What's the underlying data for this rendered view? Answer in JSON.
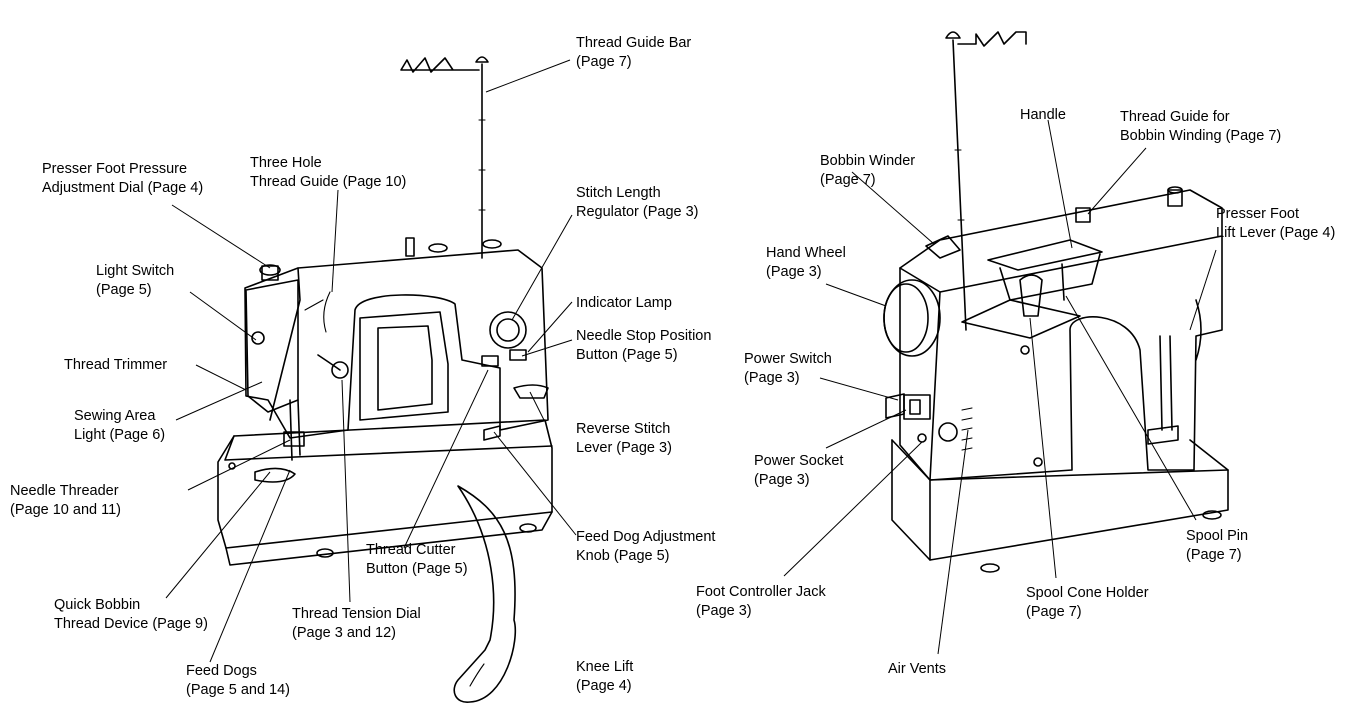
{
  "labels": {
    "thread_guide_bar": [
      "Thread Guide Bar",
      "(Page 7)"
    ],
    "presser_foot_pressure": [
      "Presser Foot Pressure",
      "Adjustment Dial (Page 4)"
    ],
    "three_hole_guide": [
      "Three Hole",
      "Thread Guide (Page 10)"
    ],
    "stitch_length": [
      "Stitch Length",
      "Regulator (Page 3)"
    ],
    "light_switch": [
      "Light Switch",
      "(Page 5)"
    ],
    "indicator_lamp": [
      "Indicator Lamp"
    ],
    "needle_stop": [
      "Needle Stop Position",
      "Button (Page 5)"
    ],
    "thread_trimmer": [
      "Thread Trimmer"
    ],
    "sewing_area_light": [
      "Sewing Area",
      "Light (Page 6)"
    ],
    "reverse_stitch": [
      "Reverse Stitch",
      "Lever (Page 3)"
    ],
    "needle_threader": [
      "Needle Threader",
      "(Page 10 and 11)"
    ],
    "feed_dog_adjust": [
      "Feed Dog Adjustment",
      "Knob (Page 5)"
    ],
    "thread_cutter": [
      "Thread Cutter",
      "Button (Page 5)"
    ],
    "quick_bobbin": [
      "Quick Bobbin",
      "Thread Device (Page 9)"
    ],
    "thread_tension": [
      "Thread Tension Dial",
      "(Page 3 and 12)"
    ],
    "feed_dogs": [
      "Feed Dogs",
      "(Page 5 and 14)"
    ],
    "knee_lift": [
      "Knee Lift",
      "(Page 4)"
    ],
    "handle": [
      "Handle"
    ],
    "thread_guide_bobbin": [
      "Thread Guide for",
      "Bobbin Winding (Page 7)"
    ],
    "bobbin_winder": [
      "Bobbin Winder",
      "(Page 7)"
    ],
    "presser_foot_lift": [
      "Presser Foot",
      "Lift Lever (Page 4)"
    ],
    "hand_wheel": [
      "Hand Wheel",
      "(Page 3)"
    ],
    "power_switch": [
      "Power Switch",
      "(Page 3)"
    ],
    "power_socket": [
      "Power Socket",
      "(Page 3)"
    ],
    "spool_pin": [
      "Spool Pin",
      "(Page 7)"
    ],
    "foot_controller": [
      "Foot Controller Jack",
      "(Page 3)"
    ],
    "spool_cone": [
      "Spool Cone Holder",
      "(Page 7)"
    ],
    "air_vents": [
      "Air Vents"
    ]
  }
}
